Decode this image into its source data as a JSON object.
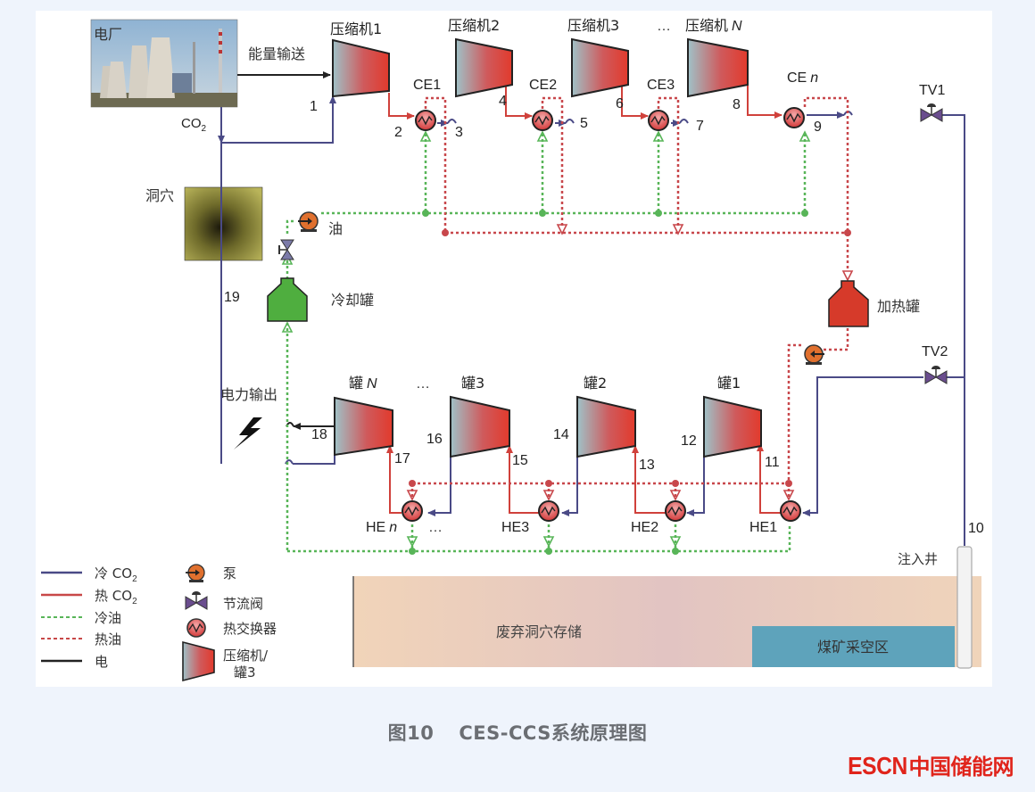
{
  "diagram": {
    "power_plant": {
      "label": "电厂",
      "energy_label": "能量输送",
      "co2_label": "CO",
      "co2_sub": "2"
    },
    "cave": {
      "label": "洞穴"
    },
    "compressors": [
      {
        "label": "压缩机1"
      },
      {
        "label": "压缩机2"
      },
      {
        "label": "压缩机3"
      },
      {
        "label": "压缩机",
        "suffix": "N"
      }
    ],
    "compressor_ellipsis": "…",
    "coolers": [
      {
        "label": "CE1"
      },
      {
        "label": "CE2"
      },
      {
        "label": "CE3"
      },
      {
        "label": "CE",
        "suffix": "n"
      }
    ],
    "valves": {
      "tv1": "TV1",
      "tv2": "TV2"
    },
    "oil_label": "油",
    "cooling_tank": "冷却罐",
    "heating_tank": "加热罐",
    "power_output": "电力输出",
    "tanks": [
      {
        "label": "罐",
        "suffix": "N"
      },
      {
        "label": "罐3"
      },
      {
        "label": "罐2"
      },
      {
        "label": "罐1"
      }
    ],
    "tank_ellipsis": "…",
    "heaters": [
      {
        "label": "HE",
        "suffix": "n"
      },
      {
        "label": "HE3"
      },
      {
        "label": "HE2"
      },
      {
        "label": "HE1"
      }
    ],
    "heater_ellipsis": "…",
    "state_points": [
      "1",
      "2",
      "3",
      "4",
      "5",
      "6",
      "7",
      "8",
      "9",
      "10",
      "11",
      "12",
      "13",
      "14",
      "15",
      "16",
      "17",
      "18",
      "19"
    ],
    "injection_well": "注入井",
    "storage": {
      "cavern": "废弃洞穴存储",
      "goaf": "煤矿采空区"
    },
    "legend": {
      "lines": [
        {
          "label": "冷 CO",
          "sub": "2",
          "color": "#4a4a86",
          "style": "solid"
        },
        {
          "label": "热 CO",
          "sub": "2",
          "color": "#c84848",
          "style": "solid"
        },
        {
          "label": "冷油",
          "color": "#5cb85c",
          "style": "dotted"
        },
        {
          "label": "热油",
          "color": "#c84848",
          "style": "dotted"
        },
        {
          "label": "电",
          "color": "#222222",
          "style": "solid"
        }
      ],
      "symbols": [
        {
          "icon": "pump-icon",
          "label": "泵"
        },
        {
          "icon": "throttle-valve-icon",
          "label": "节流阀"
        },
        {
          "icon": "heat-exchanger-icon",
          "label": "热交换器"
        },
        {
          "icon": "compressor-icon",
          "label": "压缩机/",
          "label2": "罐3"
        }
      ]
    }
  },
  "colors": {
    "cold_co2": "#4a4a86",
    "hot_co2": "#d0413b",
    "cold_oil": "#58b558",
    "hot_oil": "#c8474b",
    "electric": "#222222",
    "cooling_tank": "#4fae3f",
    "heating_tank": "#d63a2a",
    "pump": "#e0702e",
    "storage_fill": "#eed3bd",
    "goaf_fill": "#5ea3bb"
  },
  "caption": {
    "figure": "图10",
    "title": "CES-CCS系统原理图"
  },
  "logo": {
    "latin": "ESCN",
    "cjk": "中国储能网"
  }
}
